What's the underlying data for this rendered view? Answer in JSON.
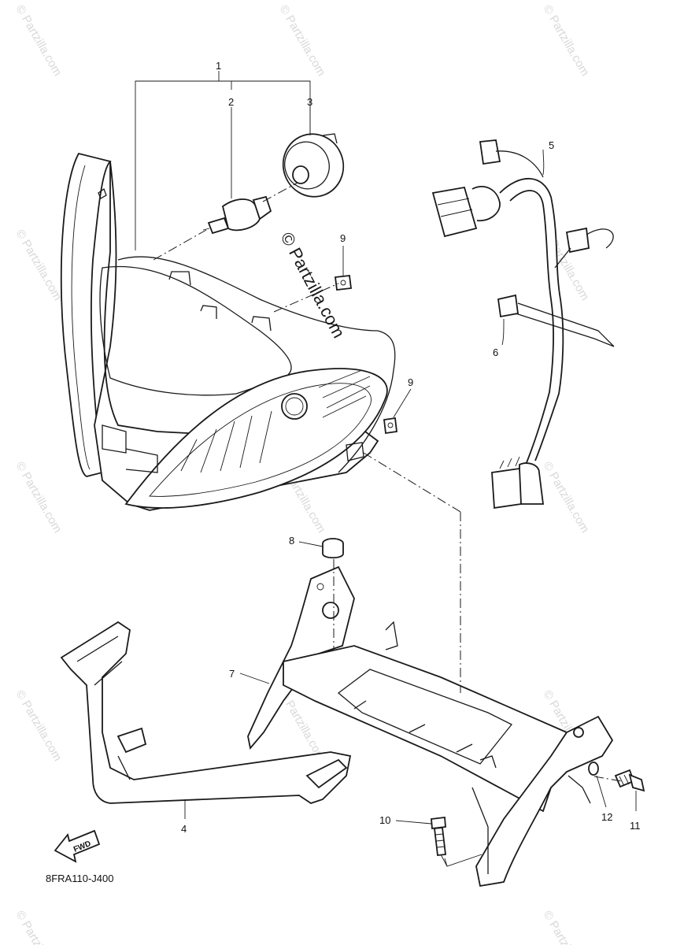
{
  "diagram_code": "8FRA110-J400",
  "watermark_text": "© Partzilla.com",
  "fwd_label": "FWD",
  "callouts": [
    {
      "id": "c1",
      "label": "1"
    },
    {
      "id": "c2",
      "label": "2"
    },
    {
      "id": "c3",
      "label": "3"
    },
    {
      "id": "c4",
      "label": "4"
    },
    {
      "id": "c5",
      "label": "5"
    },
    {
      "id": "c6",
      "label": "6"
    },
    {
      "id": "c7",
      "label": "7"
    },
    {
      "id": "c8",
      "label": "8"
    },
    {
      "id": "c9a",
      "label": "9"
    },
    {
      "id": "c9b",
      "label": "9"
    },
    {
      "id": "c10",
      "label": "10"
    },
    {
      "id": "c11",
      "label": "11"
    },
    {
      "id": "c12",
      "label": "12"
    }
  ],
  "colors": {
    "line": "#1a1a1a",
    "watermark": "#d9d9d9",
    "background": "#ffffff"
  }
}
